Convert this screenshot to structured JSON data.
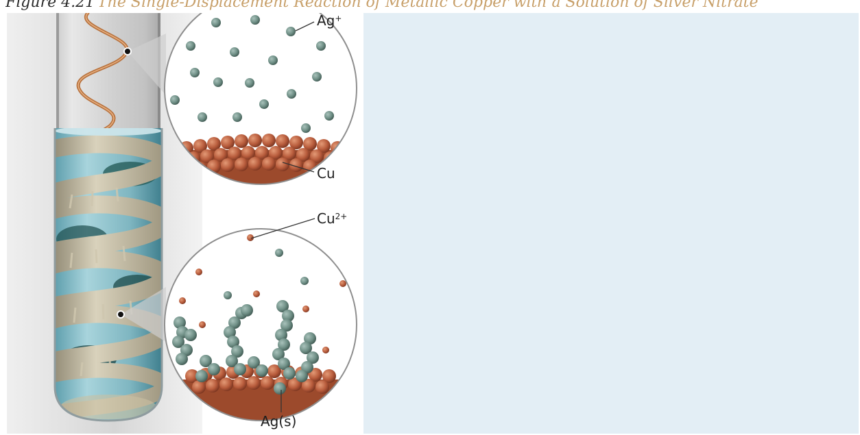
{
  "caption": {
    "figure_number": "Figure 4.21",
    "title": "The Single-Displacement Reaction of Metallic Copper with a Solution of Silver Nitrate"
  },
  "labels": {
    "silver_ion": {
      "base": "Ag",
      "superscript": "+"
    },
    "copper_metal": "Cu",
    "copper_ion": {
      "base": "Cu",
      "superscript": "2+"
    },
    "silver_solid": "Ag(s)"
  },
  "colors": {
    "silver": "#6f8f86",
    "copper": "#b85c3c",
    "solution": "#8fc3cf",
    "panel": "#e3eef5"
  }
}
